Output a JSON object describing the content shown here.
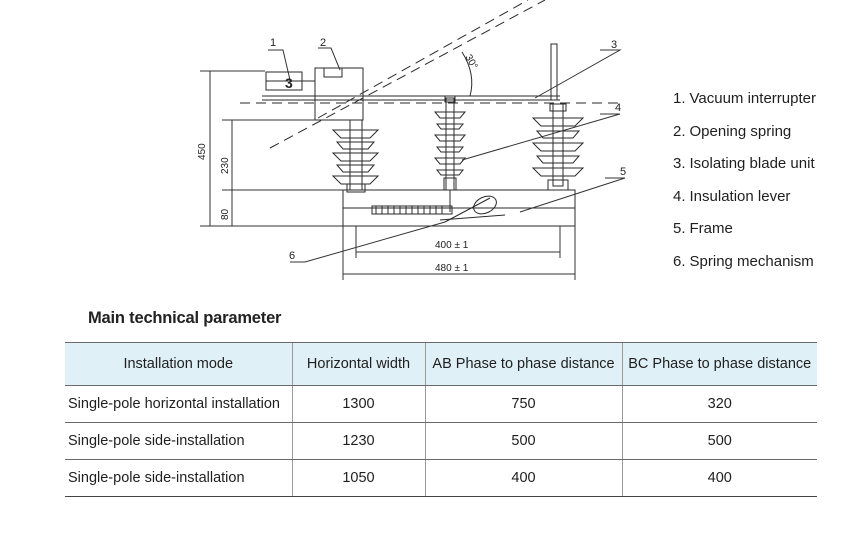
{
  "diagram": {
    "callouts": [
      "1",
      "2",
      "3",
      "3",
      "4",
      "5",
      "6"
    ],
    "blade_label": "3",
    "angle_label": "30°",
    "dim_total_height": "450",
    "dim_mid_height": "230",
    "dim_base_height": "80",
    "dim_inner_width": "400 ± 1",
    "dim_outer_width": "480 ± 1"
  },
  "legend": {
    "items": [
      {
        "num": "1.",
        "label": "Vacuum interrupter"
      },
      {
        "num": "2.",
        "label": "Opening spring"
      },
      {
        "num": "3.",
        "label": "Isolating blade unit"
      },
      {
        "num": "4.",
        "label": "Insulation lever"
      },
      {
        "num": "5.",
        "label": "Frame"
      },
      {
        "num": "6.",
        "label": "Spring mechanism"
      }
    ]
  },
  "section": {
    "title": "Main technical parameter"
  },
  "table": {
    "headers": [
      "Installation mode",
      "Horizontal width",
      "AB Phase to phase distance",
      "BC Phase to phase distance"
    ],
    "rows": [
      [
        "Single-pole horizontal installation",
        "1300",
        "750",
        "320"
      ],
      [
        "Single-pole side-installation",
        "1230",
        "500",
        "500"
      ],
      [
        "Single-pole side-installation",
        "1050",
        "400",
        "400"
      ]
    ]
  },
  "colors": {
    "header_bg": "#dff0f6",
    "line": "#2a2a2a"
  }
}
